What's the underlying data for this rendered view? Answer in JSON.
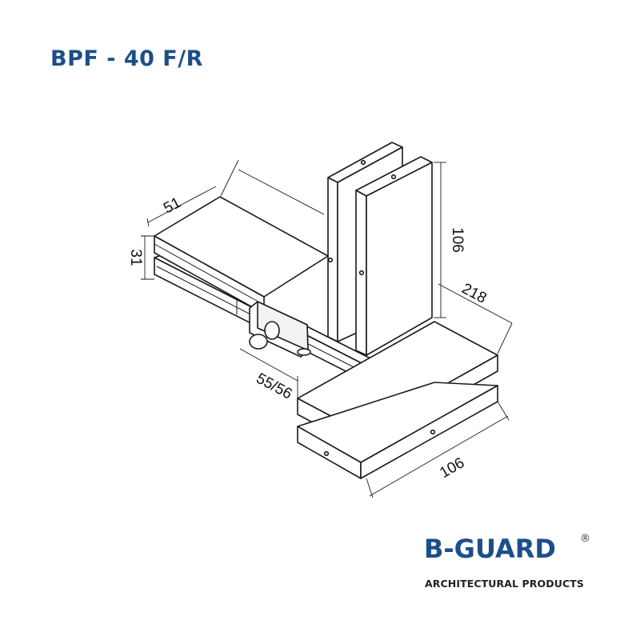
{
  "title": "BPF - 40 F/R",
  "dimensions": {
    "top_width": "51",
    "height": "31",
    "vertical_height": "106",
    "length": "218",
    "depth": "55/56",
    "bottom_width": "106"
  },
  "brand": {
    "name": "B-GUARD",
    "registered_mark": "®",
    "tagline": "ARCHITECTURAL PRODUCTS"
  },
  "colors": {
    "brand_blue": "#1b4f8a",
    "line": "#1a1a1a"
  }
}
